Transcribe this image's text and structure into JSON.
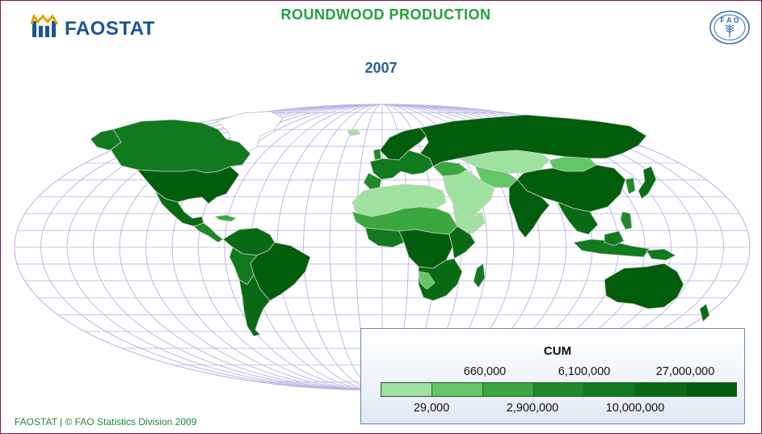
{
  "header": {
    "logo_text": "FAOSTAT",
    "title": "ROUNDWOOD PRODUCTION",
    "year": "2007"
  },
  "emblem": {
    "icon": "fao-emblem-icon"
  },
  "map": {
    "projection": "robinson",
    "graticule": true,
    "colors": {
      "ocean": "#ffffff",
      "graticule": "#b9b7e4",
      "border": "#c9c9c9",
      "class_1": "#9fe29f",
      "class_2": "#62c764",
      "class_3": "#3aa83e",
      "class_4": "#1f8a29",
      "class_5": "#117a1e",
      "class_6": "#086b14",
      "class_7": "#005d0c"
    }
  },
  "legend": {
    "title": "CUM",
    "labels_top": [
      "660,000",
      "6,100,000",
      "27,000,000"
    ],
    "labels_bottom": [
      "29,000",
      "2,900,000",
      "10,000,000"
    ],
    "swatches": [
      "#9fe29f",
      "#62c764",
      "#3aa83e",
      "#1f8a29",
      "#117a1e",
      "#086b14",
      "#005d0c"
    ]
  },
  "footer": {
    "text": "FAOSTAT | © FAO Statistics Division 2009"
  }
}
